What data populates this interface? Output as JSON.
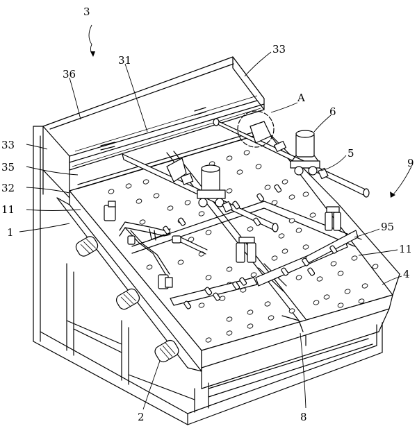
{
  "labels": {
    "l3": "3",
    "l31": "31",
    "l33a": "33",
    "l36": "36",
    "lA": "A",
    "l6": "6",
    "l33b": "33",
    "l35": "35",
    "l5": "5",
    "l9": "9",
    "l32": "32",
    "l11a": "11",
    "l95": "95",
    "l1": "1",
    "l11b": "11",
    "l4": "4",
    "l2": "2",
    "l8": "8"
  }
}
